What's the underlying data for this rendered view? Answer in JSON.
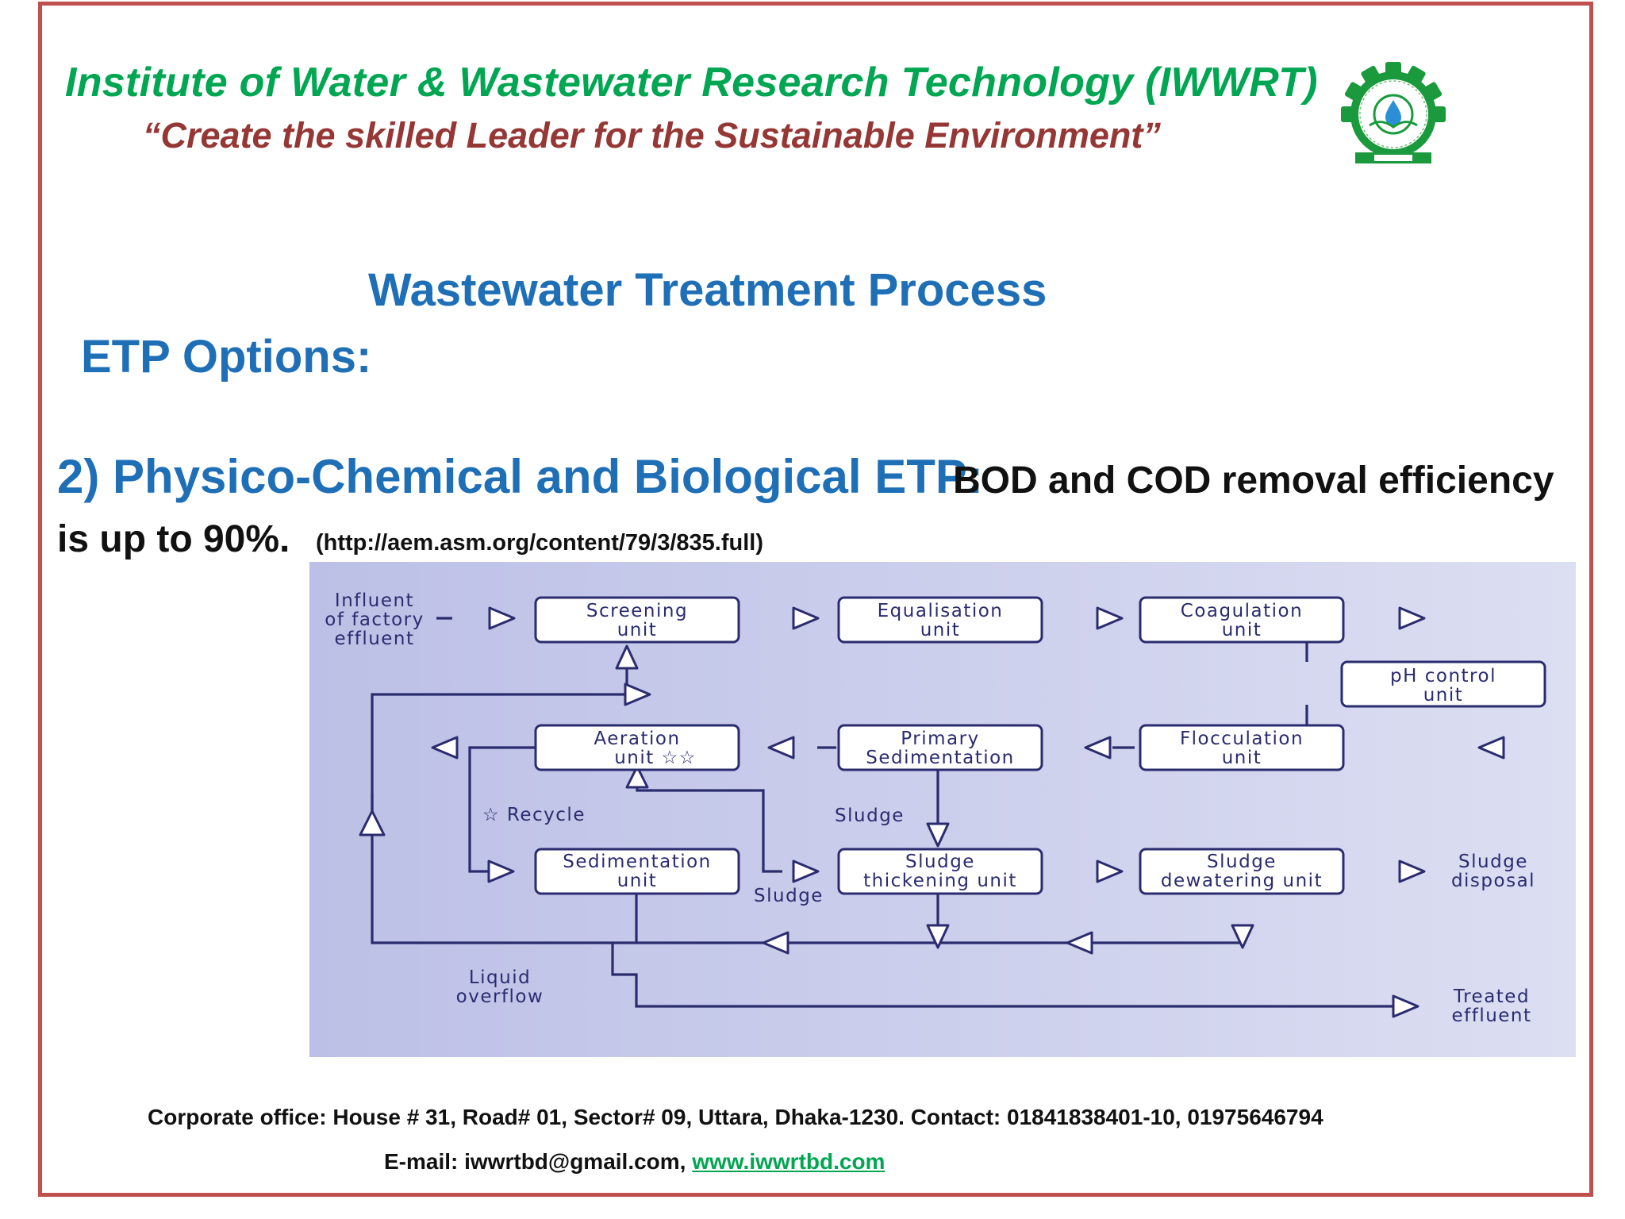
{
  "header": {
    "institute": "Institute  of Water & Wastewater Research Technology (IWWRT)",
    "motto": "“Create the skilled Leader for the Sustainable Environment”",
    "logo_icon": "gear-water-drop-logo-icon"
  },
  "slide": {
    "title": "Wastewater Treatment Process",
    "subtitle": "ETP Options:",
    "option_heading": "2) Physico-Chemical and Biological ETP:",
    "option_desc_line1": "BOD and COD removal efficiency",
    "option_desc_line2": "is up to 90%.",
    "source": "(http://aem.asm.org/content/79/3/835.full)"
  },
  "diagram": {
    "influent": [
      "Influent",
      "of factory",
      "effluent"
    ],
    "screening": [
      "Screening",
      "unit"
    ],
    "equalisation": [
      "Equalisation",
      "unit"
    ],
    "coagulation": [
      "Coagulation",
      "unit"
    ],
    "ph_control": [
      "pH control",
      "unit"
    ],
    "flocculation": [
      "Flocculation",
      "unit"
    ],
    "primary_sed": [
      "Primary",
      "Sedimentation"
    ],
    "aeration": [
      "Aeration",
      "unit  ☆☆"
    ],
    "recycle": "☆  Recycle",
    "sludge_primary": "Sludge",
    "sedimentation": [
      "Sedimentation",
      "unit"
    ],
    "sludge_sed": "Sludge",
    "thickening": [
      "Sludge",
      "thickening unit"
    ],
    "dewatering": [
      "Sludge",
      "dewatering unit"
    ],
    "disposal": [
      "Sludge",
      "disposal"
    ],
    "liquid_overflow": [
      "Liquid",
      "overflow"
    ],
    "treated": [
      "Treated",
      "effluent"
    ]
  },
  "footer": {
    "line1": "Corporate office: House # 31, Road# 01, Sector# 09, Uttara, Dhaka-1230.  Contact:  01841838401-10, 01975646794",
    "email": "E-mail: iwwrtbd@gmail.com, ",
    "website": "www.iwwrtbd.com"
  },
  "colors": {
    "border": "#c0504d",
    "green": "#00a651",
    "maroon": "#953735",
    "blue": "#1f6fb7",
    "diagram_ink": "#2a2c6e",
    "diagram_bg": "#c7cae8"
  }
}
